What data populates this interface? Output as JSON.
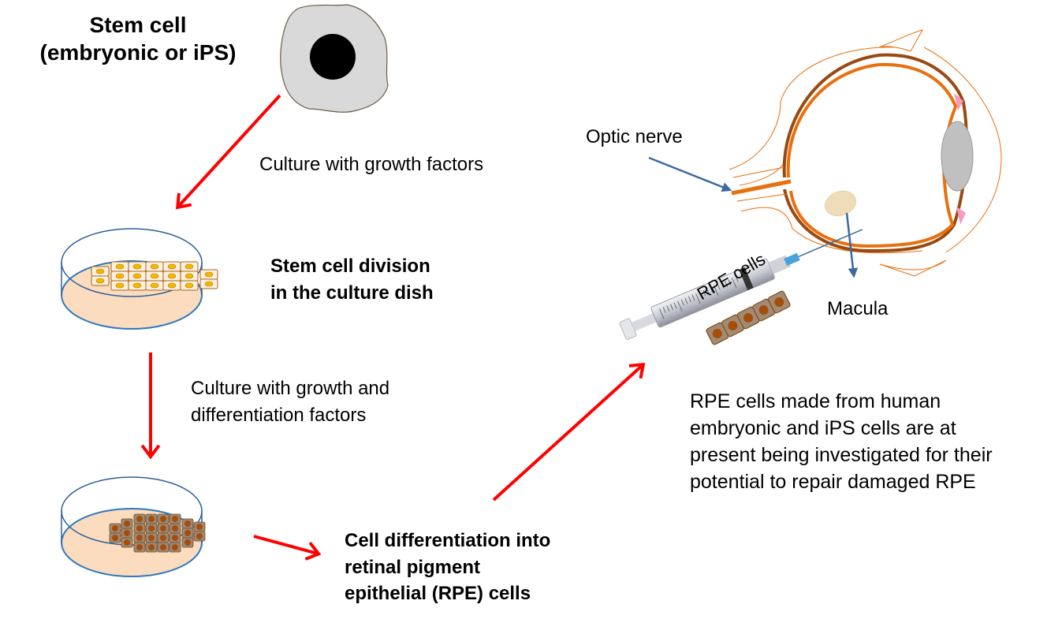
{
  "diagram": {
    "title_line1": "Stem cell",
    "title_line2": "(embryonic or iPS)",
    "steps": [
      {
        "id": "culture1",
        "label": "Culture with growth factors"
      },
      {
        "id": "division",
        "label_line1": "Stem cell division",
        "label_line2": "in the culture dish"
      },
      {
        "id": "culture2",
        "label_line1": "Culture with growth and",
        "label_line2": "differentiation factors"
      },
      {
        "id": "differentiation",
        "label_line1": "Cell differentiation into",
        "label_line2": "retinal pigment",
        "label_line3": "epithelial (RPE) cells"
      }
    ],
    "eye": {
      "optic_nerve_label": "Optic nerve",
      "macula_label": "Macula",
      "rpe_cells_label": "RPE cells"
    },
    "description": "RPE cells made from human\nembryonic and iPS cells are at\npresent being investigated for their\npotential to repair damaged RPE",
    "colors": {
      "arrow_red": "#ff0000",
      "pointer_blue": "#3b6aa0",
      "dish_blue": "#2e5f9a",
      "medium_peach": "#fbdcbf",
      "cell_yellow": "#f5b800",
      "rpe_brown": "#a64d0a",
      "eye_orange": "#e8700f",
      "eye_brown": "#9a4a10",
      "lens_gray": "#c0c0c0",
      "stem_cell_gray": "#d9d9d9"
    }
  }
}
